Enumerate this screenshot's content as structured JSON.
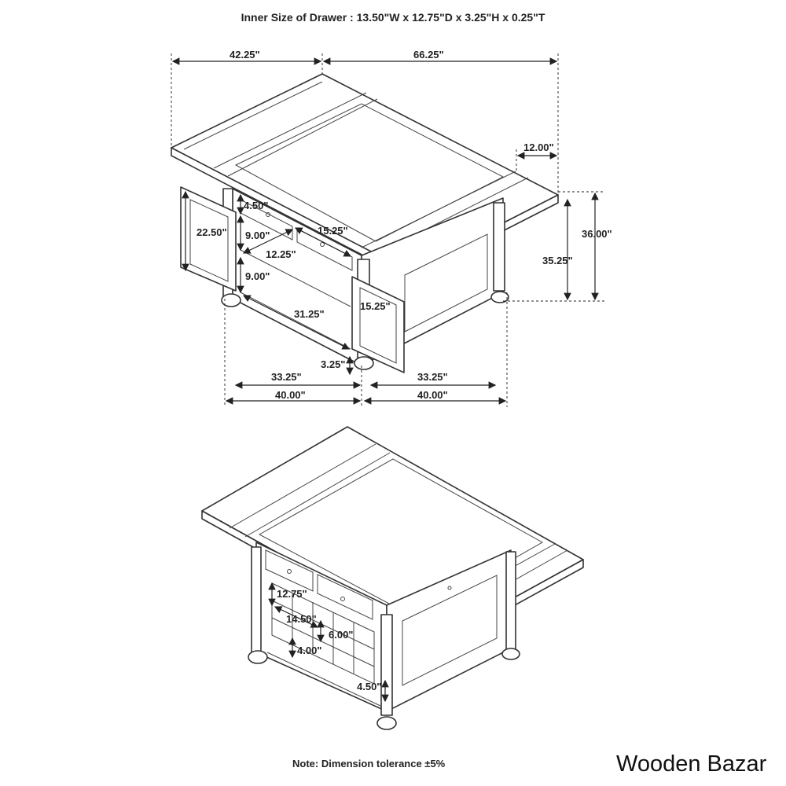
{
  "header": {
    "title": "Inner Size of Drawer : 13.50\"W x 12.75\"D x 3.25\"H x 0.25\"T"
  },
  "top_view": {
    "dims": {
      "w_left": "42.25\"",
      "w_right": "66.25\"",
      "leaf": "12.00\"",
      "height_total": "36.00\"",
      "height_inner": "35.25\"",
      "drawer_h": "4.50\"",
      "door_h": "22.50\"",
      "drawer_w": "15.25\"",
      "shelf_upper_h": "9.00\"",
      "shelf_lower_h": "9.00\"",
      "shelf_d": "12.25\"",
      "shelf_w": "31.25\"",
      "door_w": "15.25\"",
      "leg_h": "3.25\"",
      "front_inner": "33.25\"",
      "side_inner": "33.25\"",
      "front_outer": "40.00\"",
      "side_outer": "40.00\""
    }
  },
  "bottom_view": {
    "dims": {
      "drawer_d": "12.75\"",
      "rack_w": "14.50\"",
      "rack_h": "6.00\"",
      "cell": "4.00\"",
      "cell_d": "4.50\""
    }
  },
  "footer": {
    "note": "Note: Dimension tolerance ±5%",
    "brand": "Wooden Bazar"
  }
}
